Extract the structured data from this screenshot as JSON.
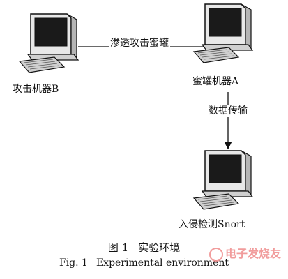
{
  "nodes": {
    "attacker_label": "攻击机器B",
    "honeypot_label": "蜜罐机器A",
    "ids_label": "入侵检测Snort"
  },
  "edges": {
    "attack_label": "渗透攻击蜜罐",
    "data_label": "数据传输"
  },
  "caption": {
    "cn_number": "图 1",
    "cn_title": "实验环境",
    "en_number": "Fig. 1",
    "en_title": "Experimental environment"
  },
  "watermark": {
    "text": "电子发烧友"
  }
}
